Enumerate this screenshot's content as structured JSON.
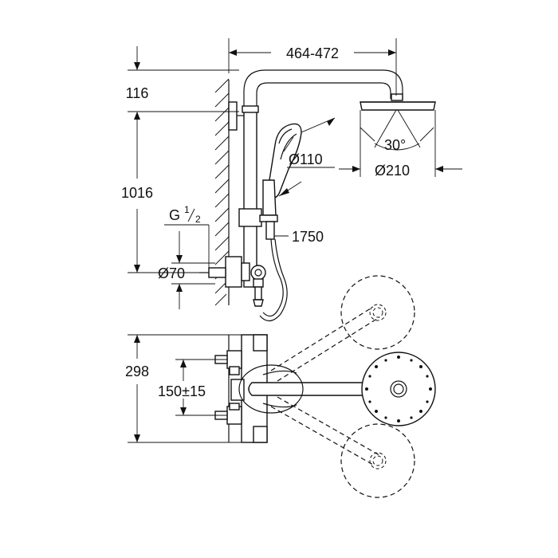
{
  "dimensions": {
    "width_top": "464-472",
    "offset_116": "116",
    "height_1016": "1016",
    "thread_g": "G",
    "thread_num": "1",
    "thread_den": "2",
    "diam_70": "Ø70",
    "diam_110": "Ø110",
    "diam_210": "Ø210",
    "angle_30": "30°",
    "hose_1750": "1750",
    "height_298": "298",
    "center_150": "150±15"
  }
}
